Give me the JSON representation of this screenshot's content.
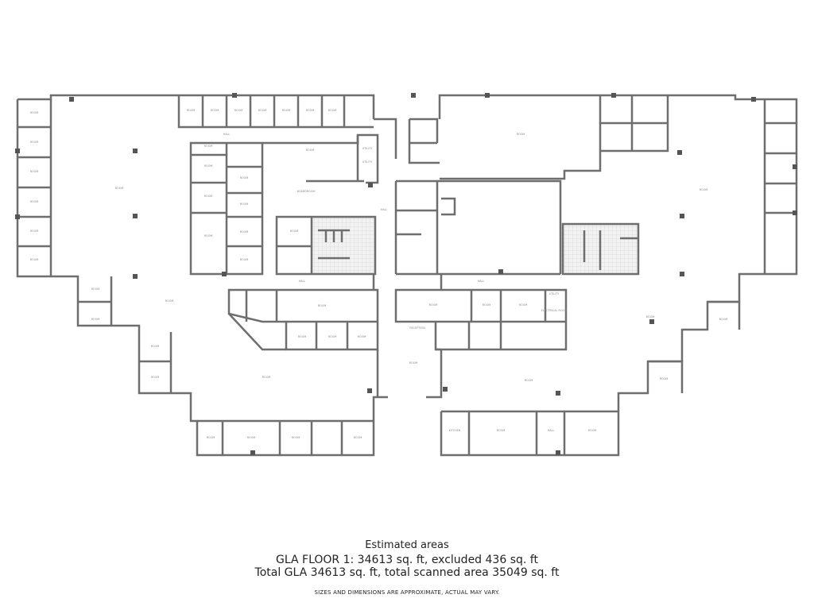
{
  "plan": {
    "rooms": [
      "ROOM",
      "ROOM",
      "ROOM",
      "ROOM",
      "ROOM",
      "ROOM",
      "ROOM",
      "ROOM",
      "ROOM",
      "ROOM",
      "ROOM",
      "ROOM",
      "ROOM",
      "ROOM",
      "ROOM",
      "BOARDROOM",
      "UTILITY",
      "UTILITY",
      "HALL",
      "HALL",
      "HALL",
      "HALL",
      "ROOM",
      "ROOM",
      "ROOM",
      "ROOM",
      "ROOM",
      "ROOM",
      "ROOM",
      "ROOM",
      "ROOM",
      "RECEPTION",
      "ELECTRICAL ROOM",
      "UTILITY",
      "ROOM",
      "ROOM",
      "ROOM",
      "ROOM",
      "ROOM",
      "ROOM",
      "ROOM",
      "KITCHEN",
      "ROOM",
      "HALL",
      "ROOM",
      "ROOM",
      "ROOM",
      "ROOM",
      "ROOM",
      "ROOM",
      "ROOM",
      "ROOM",
      "ROOM",
      "ROOM",
      "ROOM",
      "ROOM",
      "ROOM",
      "ROOM",
      "ROOM",
      "ROOM",
      "ROOM",
      "ROOM"
    ]
  },
  "caption": {
    "title": "Estimated areas",
    "line1": "GLA FLOOR 1: 34613 sq. ft, excluded 436 sq. ft",
    "line2": "Total GLA 34613 sq. ft, total scanned area 35049 sq. ft",
    "note": "SIZES AND DIMENSIONS ARE APPROXIMATE, ACTUAL MAY VARY."
  }
}
